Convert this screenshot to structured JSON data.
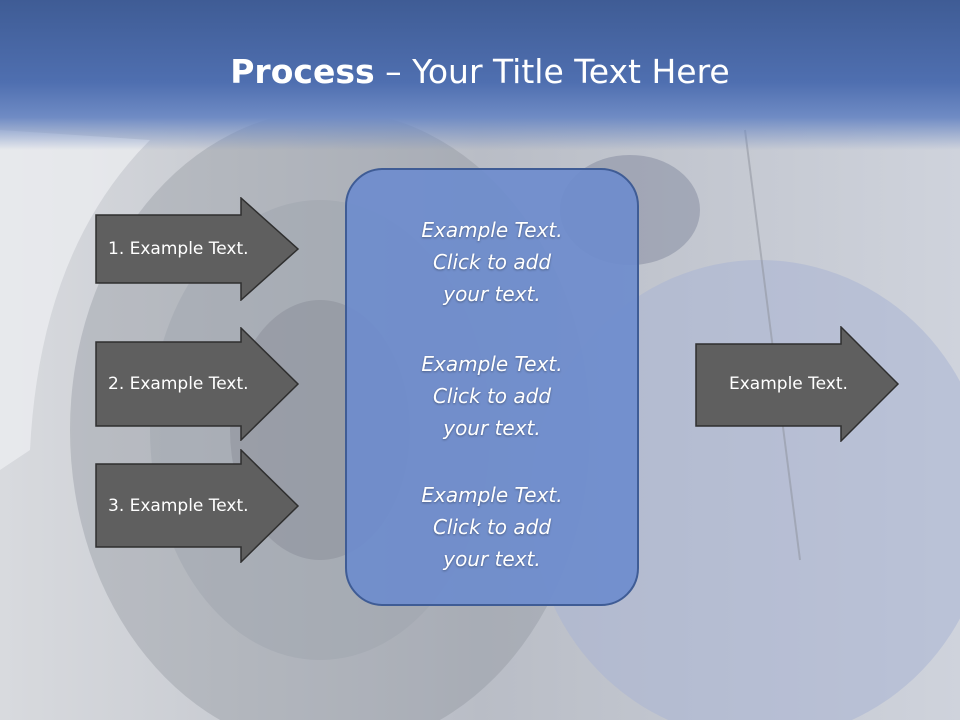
{
  "title": {
    "bold": "Process",
    "rest": " – Your Title Text Here"
  },
  "left_arrows": [
    {
      "label": "1. Example Text."
    },
    {
      "label": "2. Example Text."
    },
    {
      "label": "3. Example Text."
    }
  ],
  "center_box": {
    "paragraphs": [
      {
        "lines": [
          "Example Text.",
          "Click  to add",
          "your text."
        ]
      },
      {
        "lines": [
          "Example Text.",
          "Click  to add",
          "your text."
        ]
      },
      {
        "lines": [
          "Example Text.",
          "Click  to add",
          "your text."
        ]
      }
    ]
  },
  "right_arrow": {
    "label": "Example Text."
  },
  "colors": {
    "header": "#3f5c95",
    "arrow_fill": "#5f5f5f",
    "box_fill": "#6e8ccd"
  }
}
